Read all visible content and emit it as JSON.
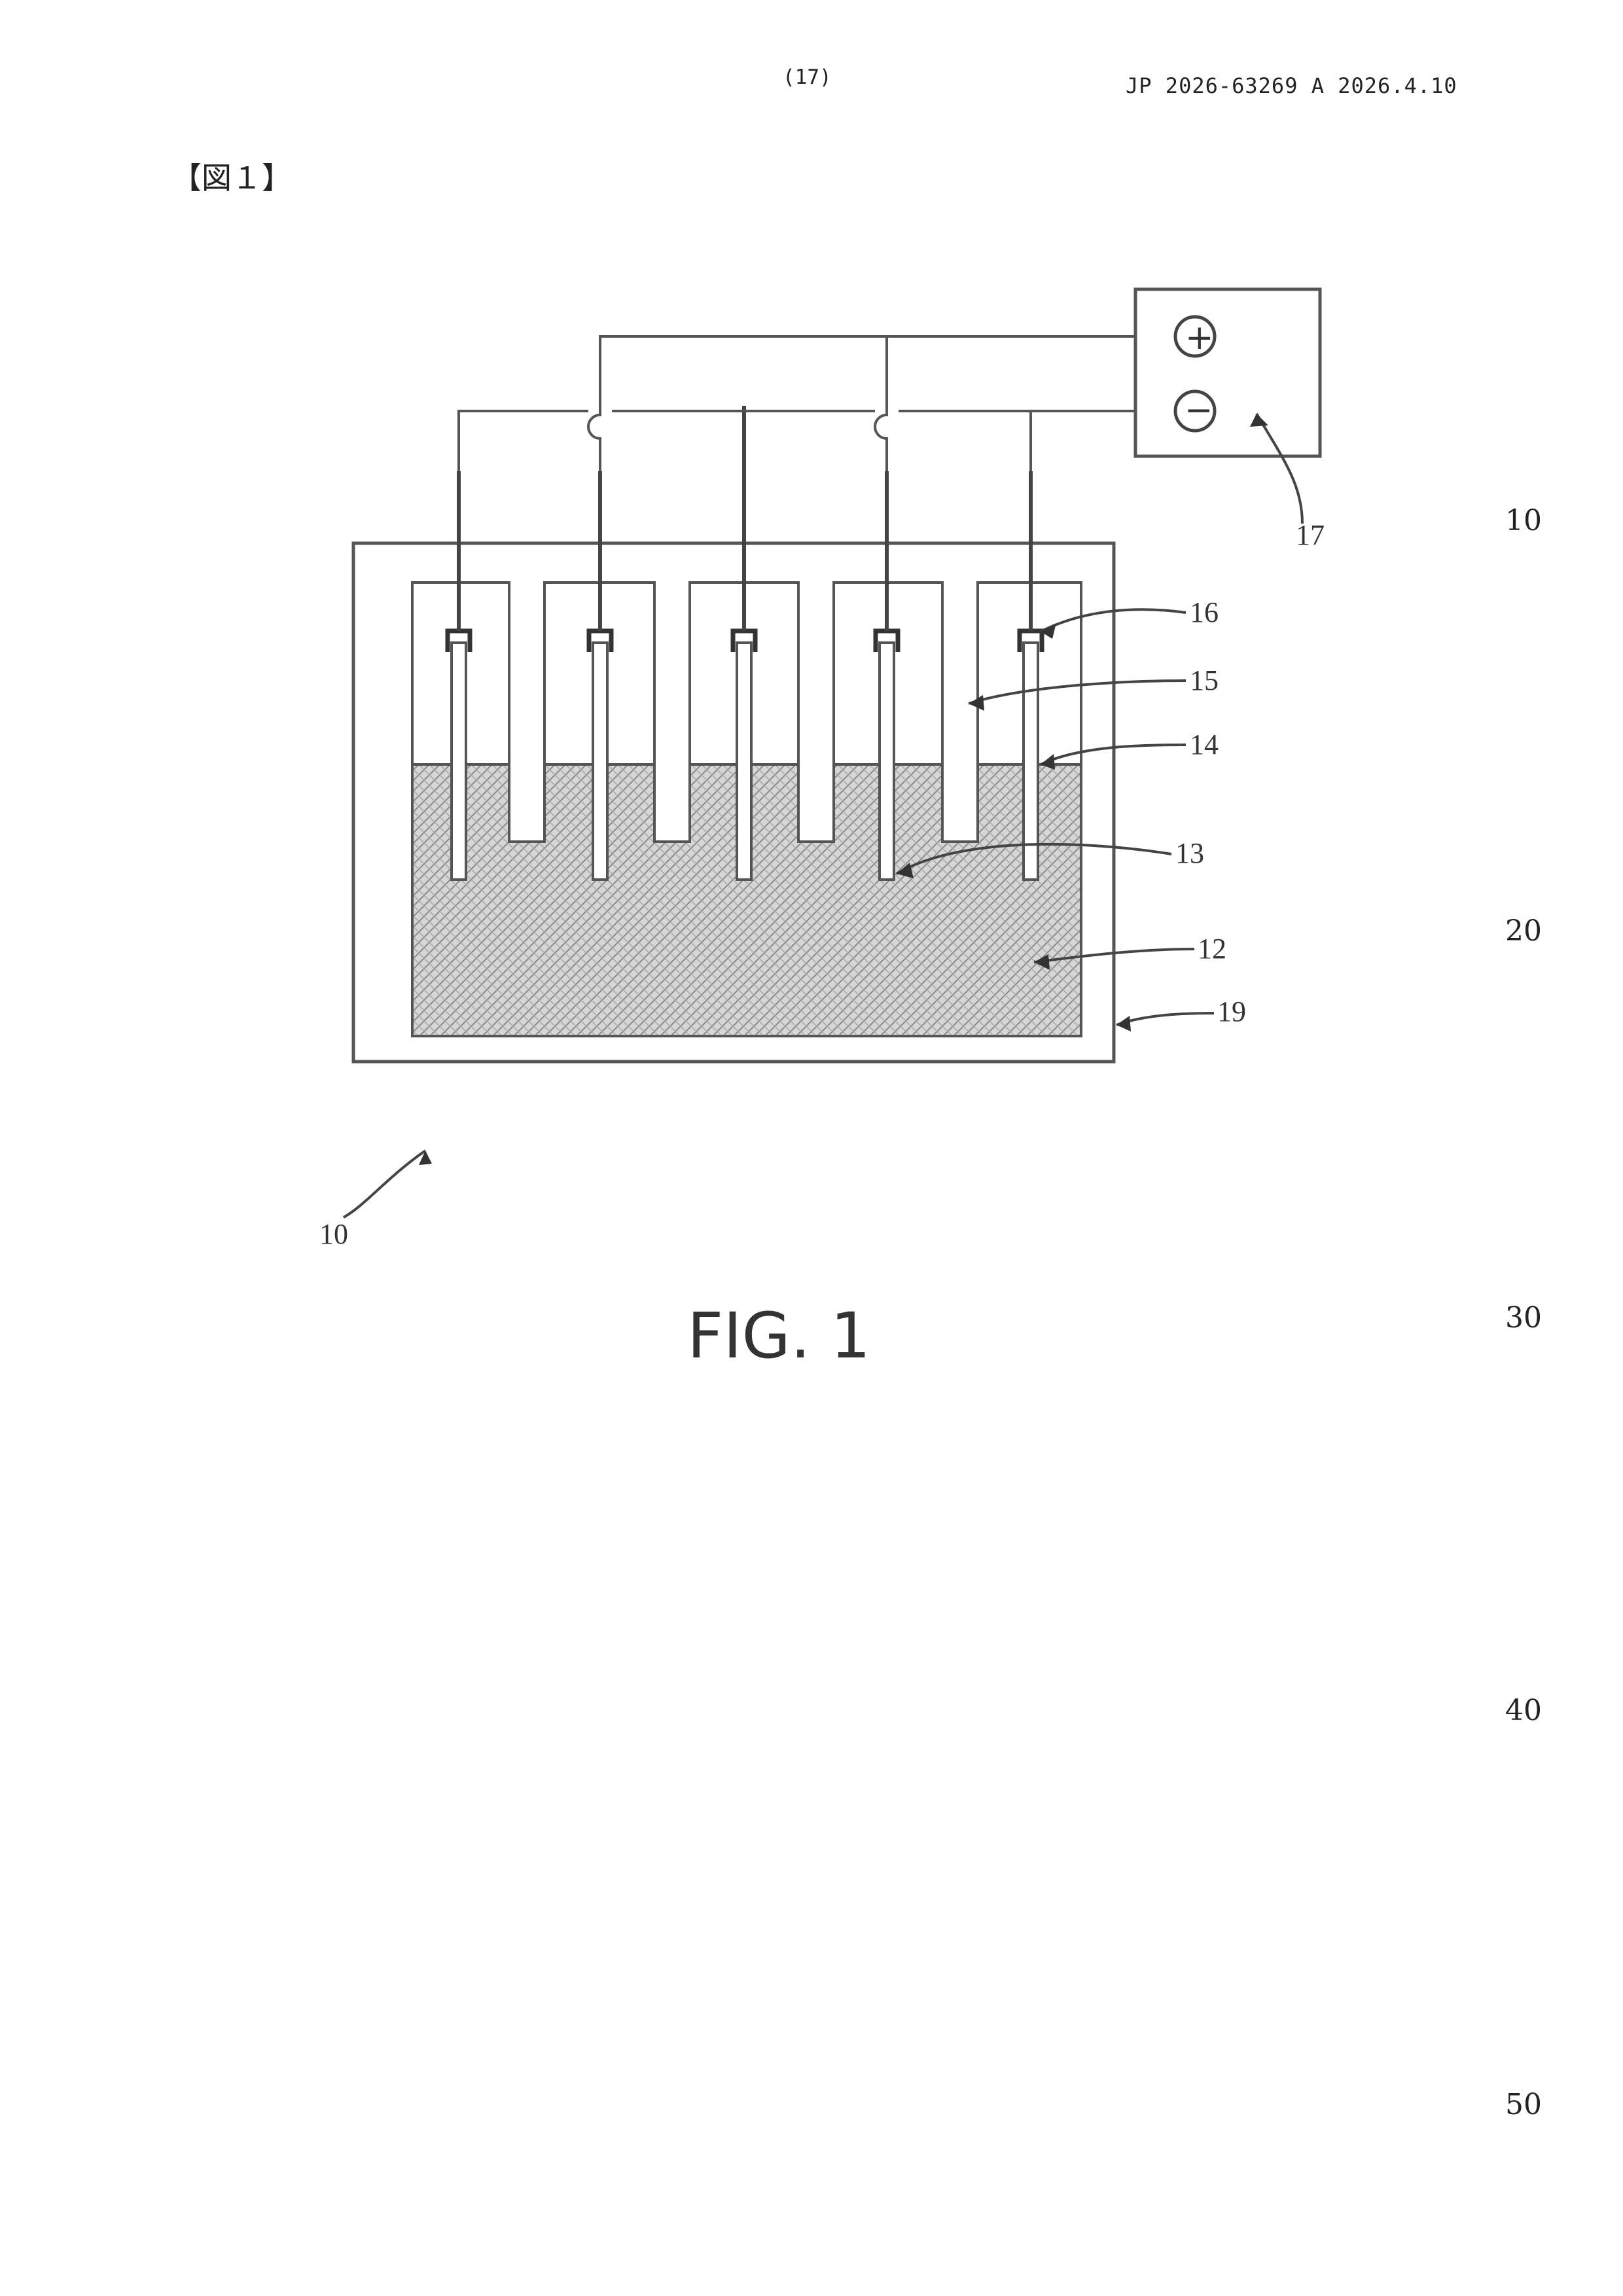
{
  "header": {
    "page_number": "(17)",
    "publication": "JP  2026-63269  A  2026.4.10"
  },
  "figure_label": "【図１】",
  "line_numbers": [
    "10",
    "20",
    "30",
    "40",
    "50"
  ],
  "figure": {
    "caption": "FIG. 1",
    "power_supply": {
      "positive_symbol": "+",
      "negative_symbol": "−"
    },
    "reference_numerals": {
      "apparatus": "10",
      "electrolyte": "12",
      "electrode": "13",
      "liquid_surface": "14",
      "partition": "15",
      "holder": "16",
      "power_supply": "17",
      "container": "19"
    }
  }
}
